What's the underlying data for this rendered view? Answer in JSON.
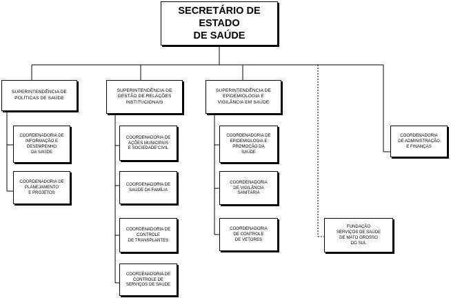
{
  "title": "SECRETÁRIO DE ESTADO\nDE SAÚDE",
  "superintendencias": [
    {
      "label": "SUPERINTENDÊNCIA DE\nPOLÍTICAS DE SAÚDE",
      "coordenadorias": [
        "COORDENADORIA DE\nINFORMAÇÃO E\nDESEMPENHO\nDA SAÚDE",
        "COORDENADORIA DE\nPLANEJAMENTO\nE PROJETOS"
      ]
    },
    {
      "label": "SUPERINTENDÊNCIA DE\nGESTÃO DE RELAÇÕES\nINSTITUCIONAIS",
      "coordenadorias": [
        "COORDENADORIA DE\nAÇÕES MUNICIPAIS\nE SOCIEDADE CIVIL",
        "COORDENADORIA DE\nSAÚDE DA FAMÍLIA",
        "COORDENADORIA DE\nCONTROLE\nDE TRANSPLANTES",
        "COORDENADORIA DE\nCONTROLE DE\nSERVIÇOS DE SAÚDE"
      ]
    },
    {
      "label": "SUPERINTENDÊNCIA DE\nEPIDEMIOLOGIA E\nVIGILÂNCIA EM SAÚDE",
      "coordenadorias": [
        "COORDENADORIA DE\nEPIDEMIOLOGIA E\nPROMOÇÃO DA\nSAÚDE",
        "COORDENADORIA\nDE VIGILÂNCIA\nSANITÁRIA",
        "COORDENADORIA\nDE CONTROLE\nDE VETORES"
      ]
    }
  ],
  "fundacao": "FUNDAÇÃO\nSERVIÇOS DE SAÚDE\nDE MATO GROSSO\nDO SUL",
  "administracao": "COORDENADORIA\nDE ADMINISTRAÇÃO\nE FINANÇAS"
}
